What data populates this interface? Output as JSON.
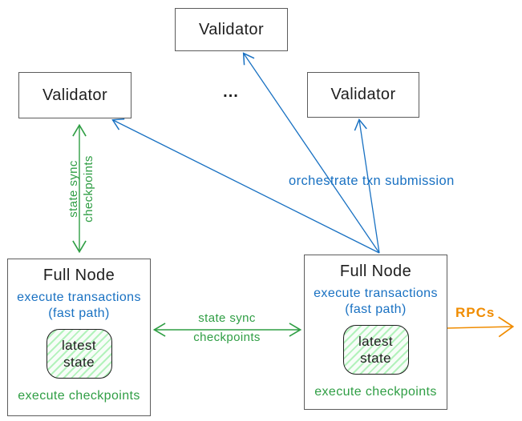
{
  "colors": {
    "blue": "#1971c2",
    "green": "#2f9e44",
    "orange": "#f08c00",
    "ink": "#1e1e1e",
    "border": "#5c5c5c",
    "state_fill": "#b2f2bb"
  },
  "nodes": {
    "validator_top": {
      "label": "Validator"
    },
    "validator_left": {
      "label": "Validator"
    },
    "validator_right": {
      "label": "Validator"
    },
    "ellipsis": "...",
    "fullnode_left": {
      "title": "Full Node",
      "exec_txn": "execute transactions",
      "fast_path": "(fast path)",
      "state_line1": "latest",
      "state_line2": "state",
      "exec_ckpt": "execute checkpoints"
    },
    "fullnode_right": {
      "title": "Full Node",
      "exec_txn": "execute transactions",
      "fast_path": "(fast path)",
      "state_line1": "latest",
      "state_line2": "state",
      "exec_ckpt": "execute checkpoints"
    }
  },
  "labels": {
    "left_state_sync_line1": "state sync",
    "left_state_sync_line2": "checkpoints",
    "mid_state_sync_line1": "state sync",
    "mid_state_sync_line2": "checkpoints",
    "orchestrate": "orchestrate txn submission",
    "rpcs": "RPCs"
  }
}
